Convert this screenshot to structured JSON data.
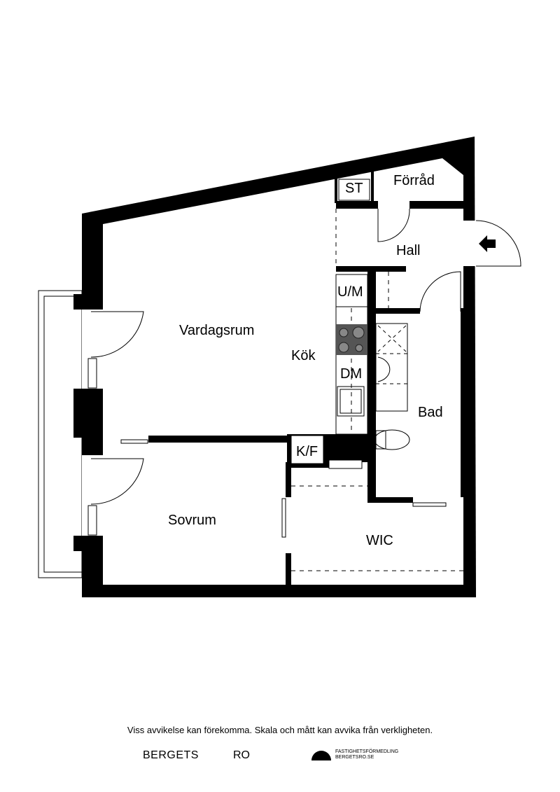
{
  "rooms": {
    "forrad": "Förråd",
    "st": "ST",
    "hall": "Hall",
    "um": "U/M",
    "vardagsrum": "Vardagsrum",
    "kok": "Kök",
    "dm": "DM",
    "bad": "Bad",
    "kf": "K/F",
    "sovrum": "Sovrum",
    "wic": "WIC"
  },
  "footer": {
    "disclaimer": "Viss avvikelse kan förekomma. Skala och mått kan avvika från verkligheten.",
    "logo_left": "BERGETS",
    "logo_mid": "RO",
    "logo_right_line1": "FASTIGHETSFÖRMEDLING",
    "logo_right_line2": "BERGETSRO.SE"
  }
}
